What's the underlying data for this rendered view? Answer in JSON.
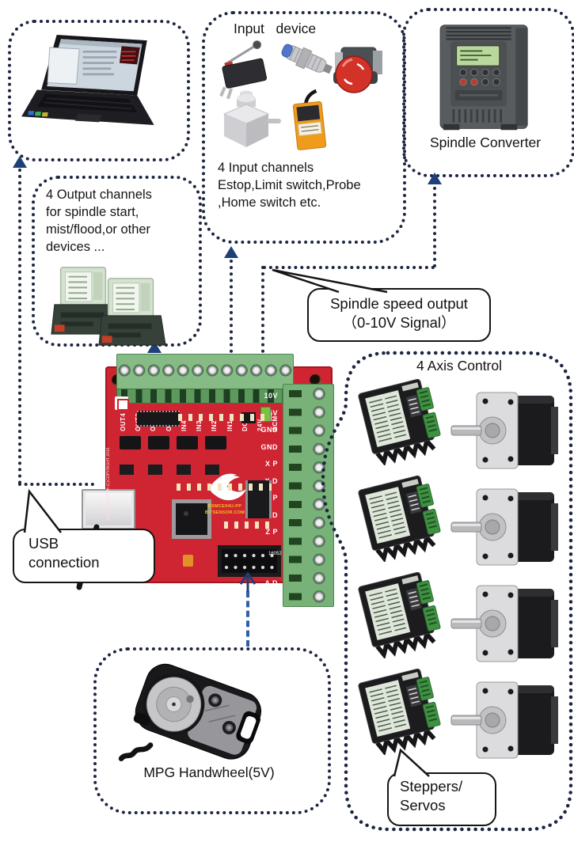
{
  "colors": {
    "dash_line": "#1d2540",
    "arrow_blue": "#1e3f78",
    "mpg_line_blue": "#2e5fa3",
    "board_red": "#cf2431",
    "terminal_green": "#86bb86",
    "silk_yellow": "#f3c21c",
    "bubble_border": "#151515"
  },
  "input_box": {
    "title": "Input   device",
    "caption": [
      "4 Input channels",
      "Estop,Limit switch,Probe",
      ",Home switch etc."
    ]
  },
  "converter_box": {
    "label": "Spindle Converter"
  },
  "output_box": {
    "caption": [
      "4 Output channels",
      "for spindle start,",
      "mist/flood,or other",
      "devices ..."
    ]
  },
  "axis_box": {
    "title": "4 Axis Control"
  },
  "mpg_box": {
    "label": "MPG Handwheel(5V)"
  },
  "bubbles": {
    "spindle_speed": [
      "Spindle speed output",
      "（0-10V Signal）"
    ],
    "usb": [
      "USB",
      "connection"
    ],
    "steppers": [
      "Steppers/",
      "Servos"
    ]
  },
  "board": {
    "top_terminal_labels": [
      "OUT4",
      "OUT3",
      "OUT2",
      "OUT1",
      "IN4",
      "IN3",
      "IN2",
      "IN1",
      "DCM",
      "24V",
      "ACM"
    ],
    "right_terminal_labels": [
      "10V",
      "5V",
      "GND",
      "GND",
      "X P",
      "X D",
      "Y P",
      "Y D",
      "Z P",
      "Z D",
      "A P",
      "A D"
    ],
    "silkscreen": [
      "BSMCE04U-PP",
      "BITSENSOR.COM"
    ],
    "side_text": "BITSENSOR.COM (C)COPYRIGHT 2015",
    "corner_text": "16052"
  }
}
